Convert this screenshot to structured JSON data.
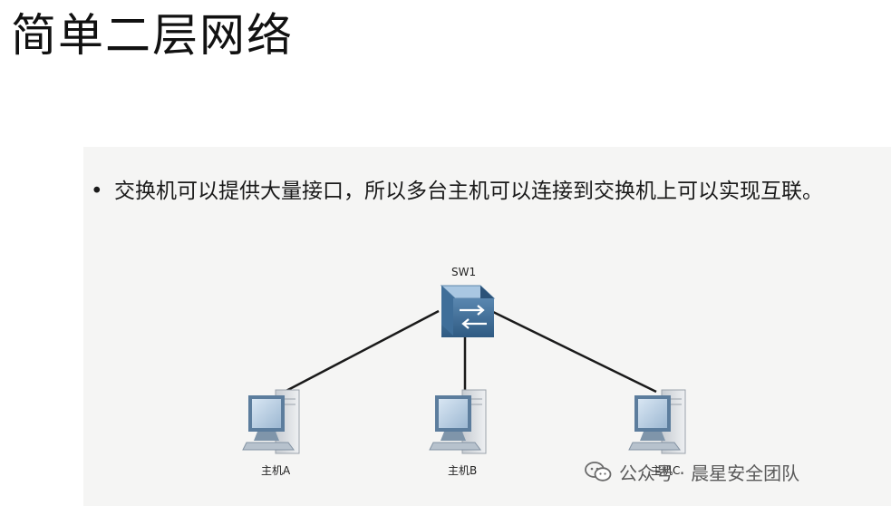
{
  "title": "简单二层网络",
  "bullet": {
    "symbol": "•",
    "text": "交换机可以提供大量接口，所以多台主机可以连接到交换机上可以实现互联。"
  },
  "diagram": {
    "switch": {
      "label": "SW1",
      "icon": "switch-icon"
    },
    "hosts": [
      {
        "label": "主机A",
        "icon": "computer-icon"
      },
      {
        "label": "主机B",
        "icon": "computer-icon"
      },
      {
        "label": "主机C",
        "icon": "computer-icon"
      }
    ],
    "colors": {
      "link": "#1a1a1a",
      "switch_top": "#8fb4d4",
      "switch_front": "#3d6b94",
      "monitor": "#6f8fae",
      "case": "#d9dde2"
    }
  },
  "watermark": {
    "text": "公众号 · 晨星安全团队",
    "icon": "wechat-icon"
  }
}
